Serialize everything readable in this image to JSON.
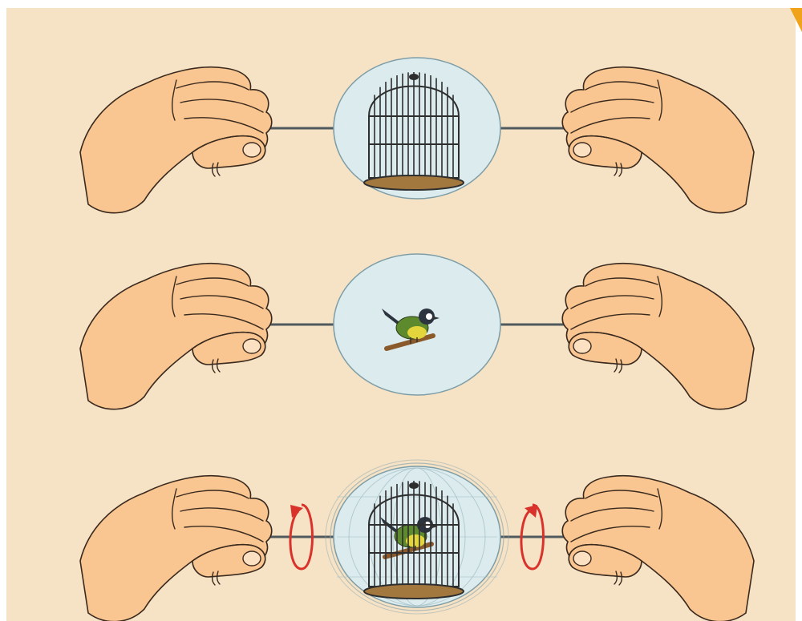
{
  "colors": {
    "background": "#f6e3c6",
    "frame": "#ffffff",
    "skin": "#f9c590",
    "skin_shadow": "#e9a56a",
    "outline": "#3a2a1e",
    "string": "#505a5e",
    "disc_fill": "#dcecee",
    "disc_stroke": "#7e9da6",
    "cage_bars": "#2e2e2e",
    "cage_base": "#a3783f",
    "bird_body": "#5d8a2c",
    "bird_belly": "#e3d53c",
    "bird_head": "#2c3440",
    "perch": "#8a5a2b",
    "rotation_arrow": "#d9322b",
    "corner_accent": "#f0a21a"
  },
  "panels": [
    {
      "id": "top",
      "disc_content": "birdcage-icon",
      "rotating": false
    },
    {
      "id": "middle",
      "disc_content": "bird-icon",
      "rotating": false
    },
    {
      "id": "bottom",
      "disc_content": "bird-in-cage-icon",
      "rotating": true
    }
  ]
}
